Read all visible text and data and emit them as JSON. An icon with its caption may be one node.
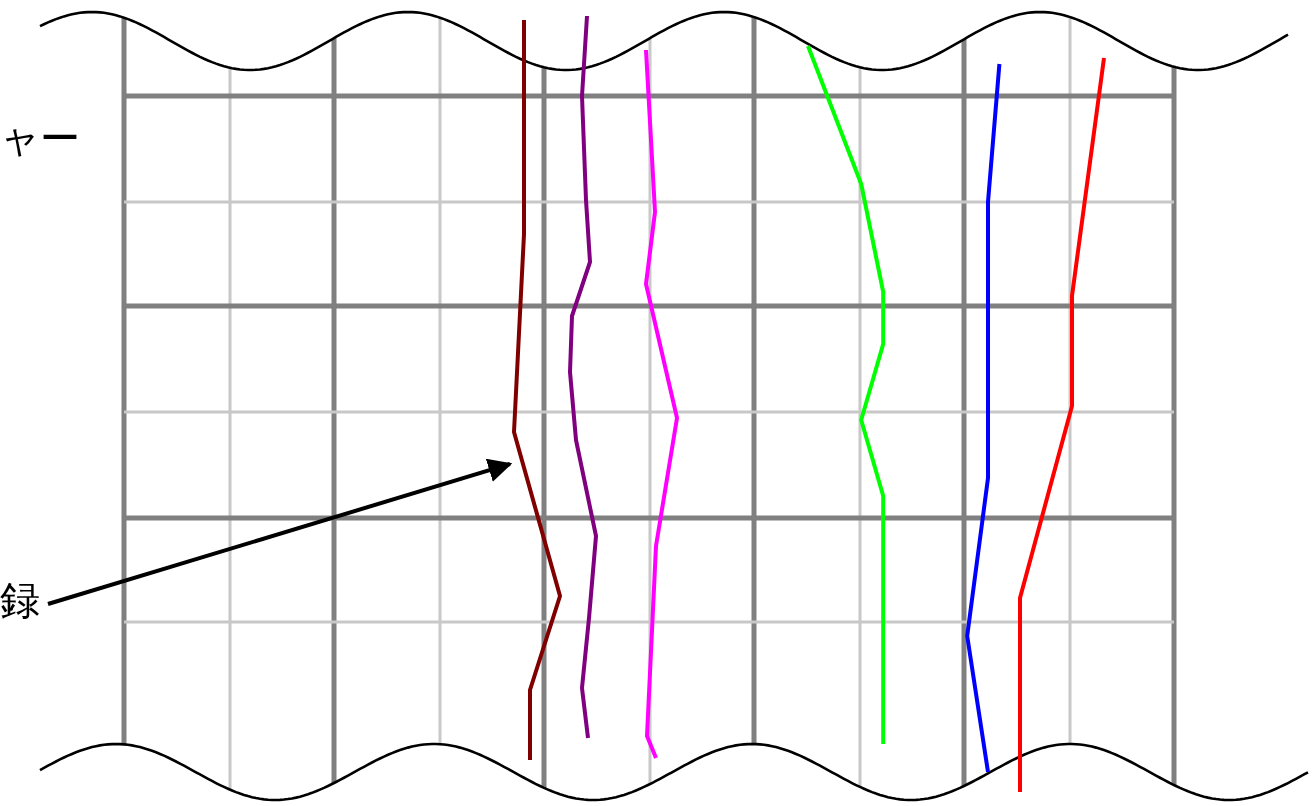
{
  "diagram": {
    "nodes": [
      {
        "text": [
          "録"
        ]
      },
      {
        "text": [],
        "shape": "picture"
      }
    ],
    "edges": [
      {
        "from": 0,
        "to": 1,
        "arrow": "to"
      }
    ],
    "labels": [
      "ャー"
    ]
  }
}
